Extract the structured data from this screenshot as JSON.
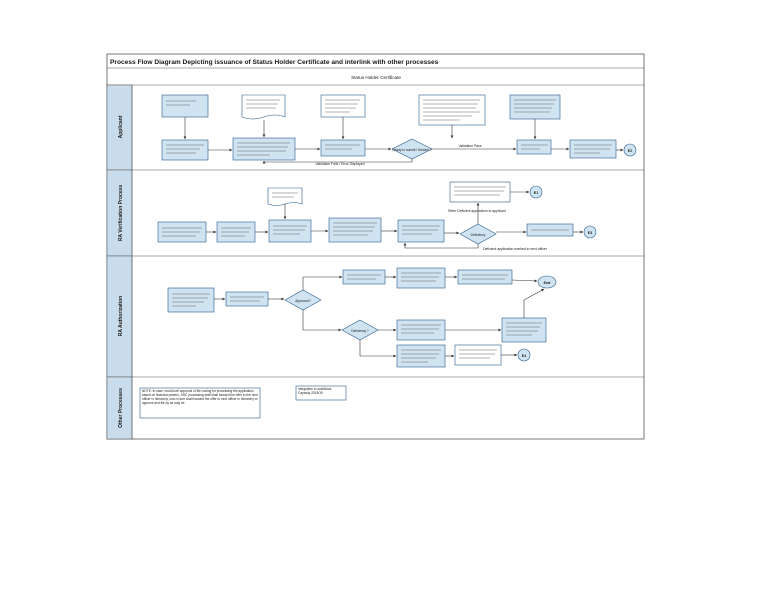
{
  "title": "Process Flow Diagram Depicting  issuance of Status Holder Certificate and interlink with other processes",
  "header": "Status Holder Certificate",
  "lanes": [
    {
      "label": "Applicant"
    },
    {
      "label": "RA Verification Process"
    },
    {
      "label": "RA Authorization"
    },
    {
      "label": "Other Processes"
    }
  ],
  "notes": {
    "applicant_docs_legend": "Validation Fails / Error Displayed",
    "validation_pass": "Validation Pass",
    "refer_deficient": "Refer Deficient application to applicant",
    "deficient_marked": "Deficient application marked to next officer",
    "approved": "Approved?",
    "deficiency": "Deficiency",
    "deficiency_q": "Deficiency ?",
    "ready_submit": "Ready to submit / Declare ?"
  },
  "terminals": {
    "e2": "E2",
    "e1": "E1",
    "e3": "E3",
    "end": "End",
    "e4": "E4"
  },
  "other": {
    "note": "NOTE: In case, multi-level approval of file routing for processing the application based on financial powers, SHC processing staff shall forward the offer to the next officer in hierarchy, who in turn shall forward the offer to next officer in hierarchy or approve and file by as may be",
    "integrated": "Integration in workflows Capacity 2018/19"
  }
}
